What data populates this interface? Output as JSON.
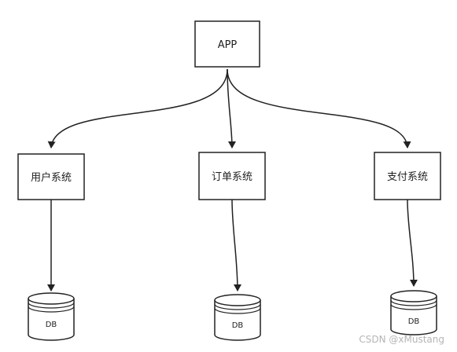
{
  "diagram": {
    "root": {
      "label": "APP"
    },
    "services": [
      {
        "label": "用户系统",
        "database": {
          "label": "DB"
        }
      },
      {
        "label": "订单系统",
        "database": {
          "label": "DB"
        }
      },
      {
        "label": "支付系统",
        "database": {
          "label": "DB"
        }
      }
    ]
  },
  "watermark": "CSDN @xMustang",
  "colors": {
    "line": "#222222",
    "fill": "#ffffff"
  }
}
